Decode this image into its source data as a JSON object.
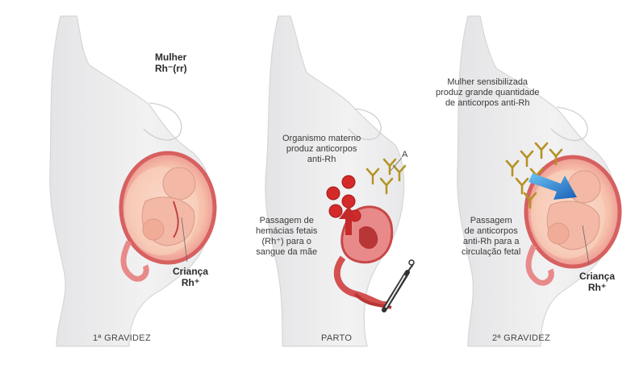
{
  "panels": [
    {
      "caption": "1ª GRAVIDEZ",
      "labels": {
        "mother": [
          "Mulher",
          "Rh⁻(rr)"
        ],
        "child": [
          "Criança",
          "Rh⁺"
        ]
      }
    },
    {
      "caption": "PARTO",
      "labels": {
        "antibodies": [
          "Organismo materno",
          "produz anticorpos",
          "anti-Rh"
        ],
        "antibody_marker": "A",
        "passage": [
          "Passagem de",
          "hemácias fetais",
          "(Rh⁺) para o",
          "sangue da mãe"
        ]
      }
    },
    {
      "caption": "2ª GRAVIDEZ",
      "labels": {
        "sensitized": [
          "Mulher sensibilizada",
          "produz grande quantidade",
          "de anticorpos anti-Rh"
        ],
        "passage": [
          "Passagem",
          "de anticorpos",
          "anti-Rh para a",
          "circulação fetal"
        ],
        "child": [
          "Criança",
          "Rh⁺"
        ]
      }
    }
  ],
  "colors": {
    "body_fill": "#eeeeef",
    "body_stroke": "#d6d6d8",
    "uterus": "#e98a8a",
    "uterus_dark": "#c74848",
    "fetus": "#f3b9a6",
    "red_cells": "#d52a2a",
    "antibody": "#d8b63a",
    "arrow_blue": "#2a74c9"
  }
}
